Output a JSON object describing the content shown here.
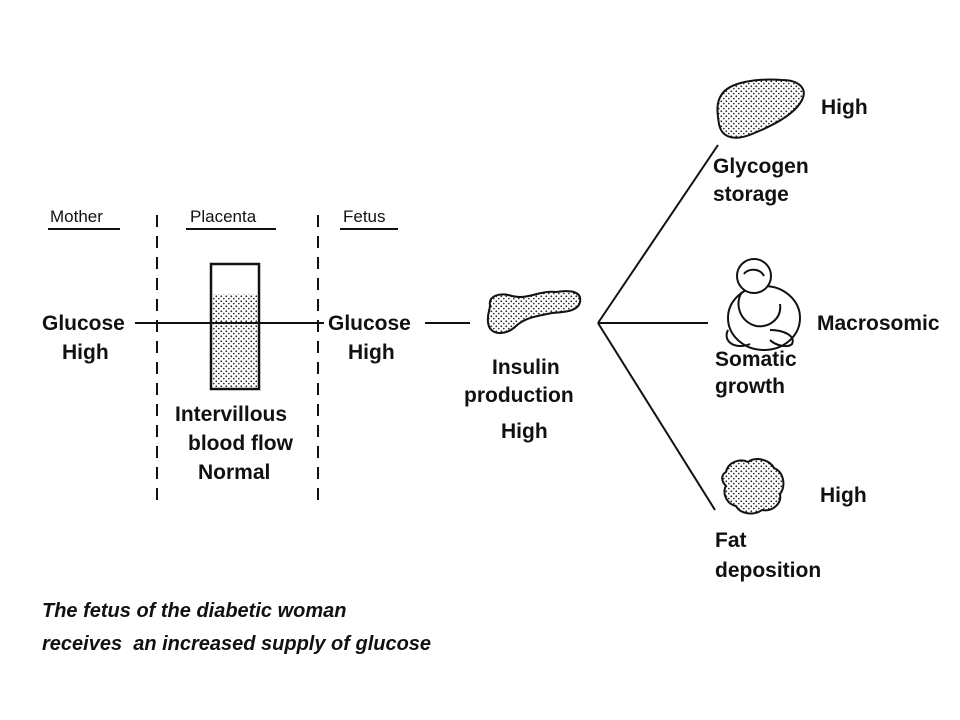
{
  "headers": {
    "mother": "Mother",
    "placenta": "Placenta",
    "fetus": "Fetus"
  },
  "mother": {
    "line1": "Glucose",
    "line2": "High"
  },
  "placenta": {
    "line1": "Intervillous",
    "line2": "blood flow",
    "line3": "Normal"
  },
  "fetus": {
    "line1": "Glucose",
    "line2": "High"
  },
  "insulin": {
    "line1": "Insulin",
    "line2": "production",
    "line3": "High"
  },
  "glycogen": {
    "line1": "Glycogen",
    "line2": "storage",
    "level": "High",
    "icon": "liver-icon"
  },
  "somatic": {
    "line1": "Somatic",
    "line2": "growth",
    "level": "Macrosomic",
    "icon": "fetus-icon"
  },
  "fat": {
    "line1": "Fat",
    "line2": "deposition",
    "level": "High",
    "icon": "fat-cell-icon"
  },
  "caption": {
    "line1": "The fetus of the diabetic woman",
    "line2": "receives  an increased supply of glucose"
  }
}
